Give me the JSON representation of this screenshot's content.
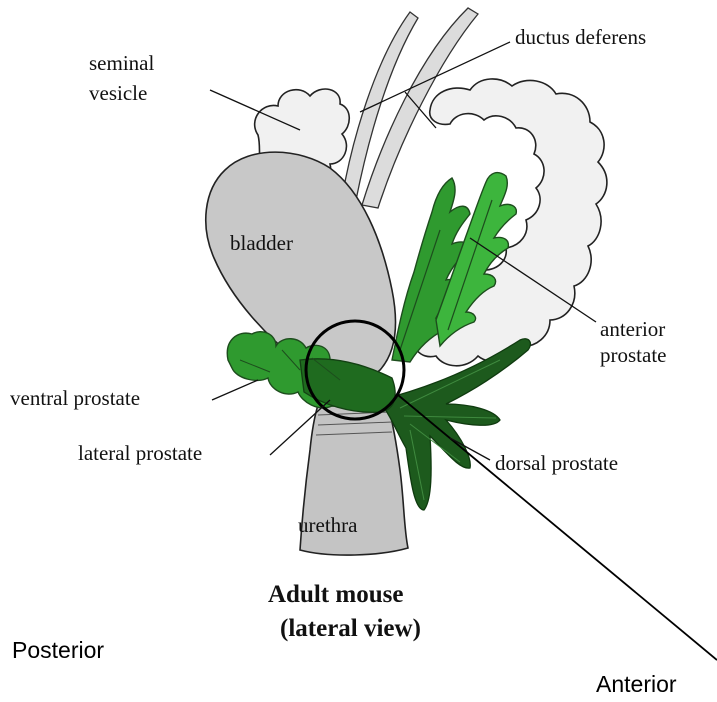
{
  "labels": {
    "seminal_vesicle_1": "seminal",
    "seminal_vesicle_2": "vesicle",
    "ductus_deferens": "ductus deferens",
    "bladder": "bladder",
    "anterior_prostate_1": "anterior",
    "anterior_prostate_2": "prostate",
    "ventral_prostate": "ventral prostate",
    "lateral_prostate": "lateral prostate",
    "dorsal_prostate": "dorsal prostate",
    "urethra": "urethra"
  },
  "caption": {
    "line1": "Adult mouse",
    "line2": "(lateral view)"
  },
  "orientation": {
    "posterior": "Posterior",
    "anterior": "Anterior"
  },
  "colors": {
    "bladder_fill": "#c8c8c8",
    "urethra_fill": "#c4c4c4",
    "vesicle_fill": "#f1f1f1",
    "prostate_green": "#2f9a2f",
    "prostate_green_light": "#3db53d",
    "prostate_dark": "#1d5a1d",
    "outline": "#222222"
  }
}
